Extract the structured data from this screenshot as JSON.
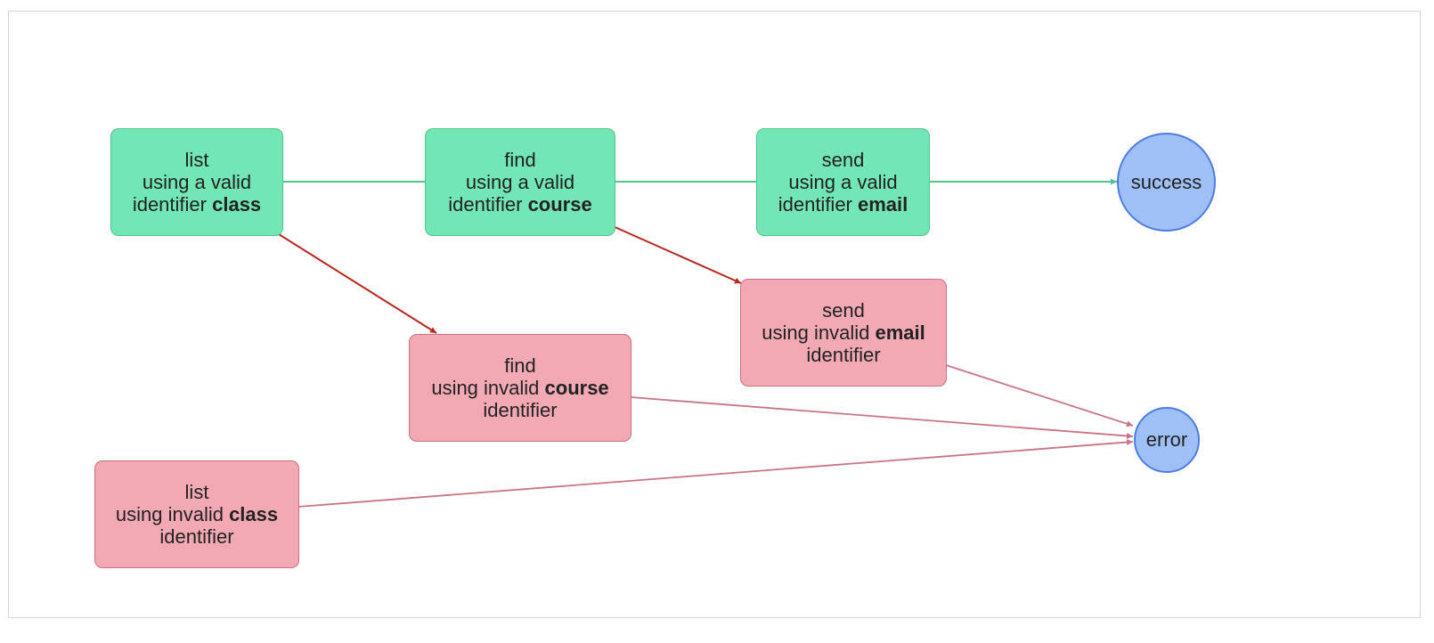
{
  "nodes": {
    "list_valid": {
      "line1": "list",
      "line2": "using a valid",
      "line3_prefix": "identifier ",
      "line3_bold": "class"
    },
    "find_valid": {
      "line1": "find",
      "line2": "using a valid",
      "line3_prefix": "identifier ",
      "line3_bold": "course"
    },
    "send_valid": {
      "line1": "send",
      "line2": "using a valid",
      "line3_prefix": "identifier ",
      "line3_bold": "email"
    },
    "find_invalid": {
      "line1": "find",
      "line2_prefix": "using invalid ",
      "line2_bold": "course",
      "line3": "identifier"
    },
    "send_invalid": {
      "line1": "send",
      "line2_prefix": "using invalid ",
      "line2_bold": "email",
      "line3": "identifier"
    },
    "list_invalid": {
      "line1": "list",
      "line2_prefix": "using invalid ",
      "line2_bold": "class",
      "line3": "identifier"
    },
    "success": {
      "label": "success"
    },
    "error": {
      "label": "error"
    }
  },
  "colors": {
    "valid_fill": "#72e6b4",
    "invalid_fill": "#f2a9b3",
    "terminal_fill": "#9fbff7",
    "valid_edge": "#52c48d",
    "error_branch_edge": "#b8281e",
    "to_error_edge": "#c97583"
  }
}
